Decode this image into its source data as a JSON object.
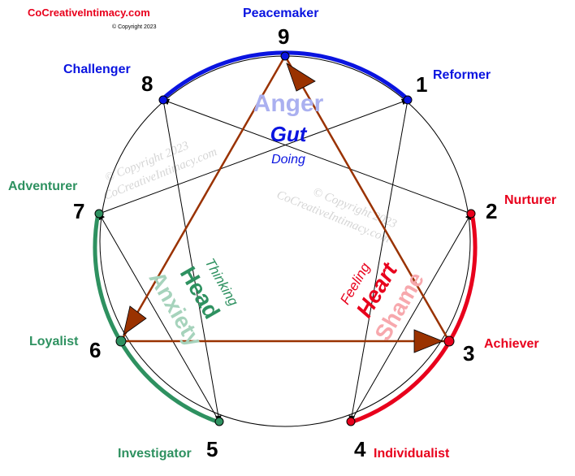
{
  "header": {
    "site": "CoCreativeIntimacy.com",
    "copyright": "© Copyright 2023"
  },
  "watermarks": [
    {
      "line1": "© Copyright 2023",
      "line2": "CoCreativeIntimacy.com"
    },
    {
      "line1": "© Copyright 2023",
      "line2": "CoCreativeIntimacy.com"
    }
  ],
  "points": [
    {
      "number": "9",
      "name": "Peacemaker",
      "color": "#0a14e0"
    },
    {
      "number": "1",
      "name": "Reformer",
      "color": "#0a14e0"
    },
    {
      "number": "2",
      "name": "Nurturer",
      "color": "#e8001c"
    },
    {
      "number": "3",
      "name": "Achiever",
      "color": "#e8001c"
    },
    {
      "number": "4",
      "name": "Individualist",
      "color": "#e8001c"
    },
    {
      "number": "5",
      "name": "Investigator",
      "color": "#2e9160"
    },
    {
      "number": "6",
      "name": "Loyalist",
      "color": "#2e9160"
    },
    {
      "number": "7",
      "name": "Adventurer",
      "color": "#2e9160"
    },
    {
      "number": "8",
      "name": "Challenger",
      "color": "#0a14e0"
    }
  ],
  "centers": {
    "gut": {
      "emotion": "Anger",
      "center": "Gut",
      "mode": "Doing",
      "color": "#0a14e0",
      "emotion_color": "#aab0f0"
    },
    "heart": {
      "emotion": "Shame",
      "center": "Heart",
      "mode": "Feeling",
      "color": "#e8001c",
      "emotion_color": "#f7a8ad"
    },
    "head": {
      "emotion": "Anxiety",
      "center": "Head",
      "mode": "Thinking",
      "color": "#2e9160",
      "emotion_color": "#a6d3bc"
    }
  },
  "colors": {
    "triangle": "#9a3200",
    "hexad": "#000000",
    "circle": "#000000"
  }
}
